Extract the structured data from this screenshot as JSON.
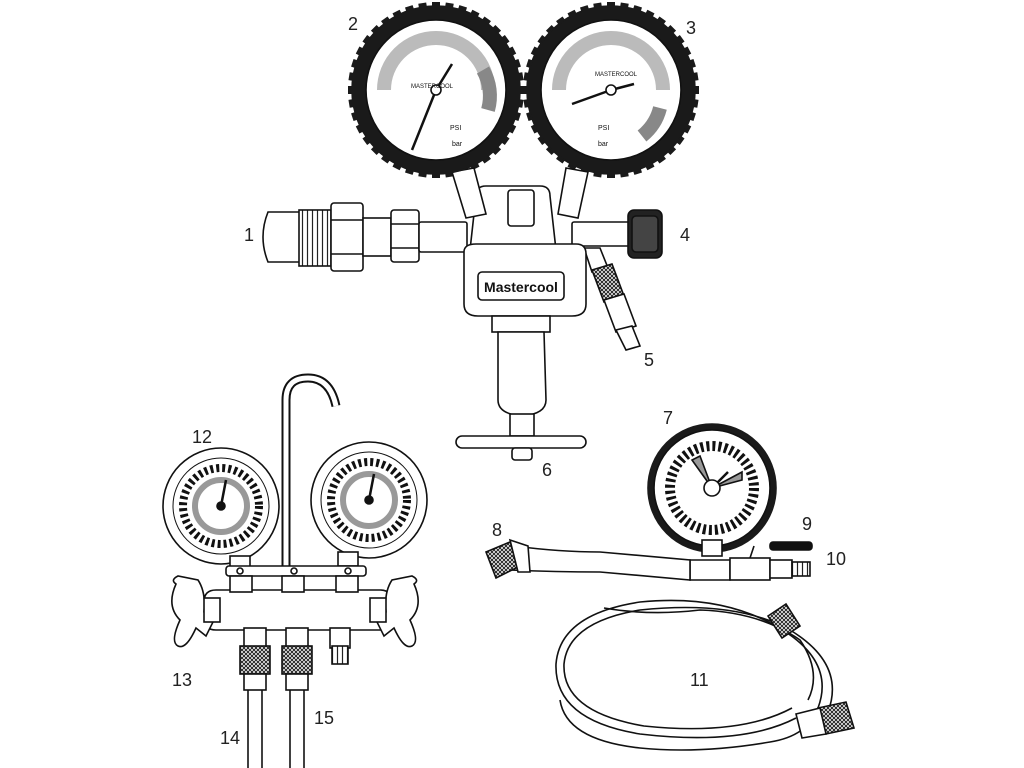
{
  "callouts": [
    {
      "id": "1",
      "label": "1"
    },
    {
      "id": "2",
      "label": "2"
    },
    {
      "id": "3",
      "label": "3"
    },
    {
      "id": "4",
      "label": "4"
    },
    {
      "id": "5",
      "label": "5"
    },
    {
      "id": "6",
      "label": "6"
    },
    {
      "id": "7",
      "label": "7"
    },
    {
      "id": "8",
      "label": "8"
    },
    {
      "id": "9",
      "label": "9"
    },
    {
      "id": "10",
      "label": "10"
    },
    {
      "id": "11",
      "label": "11"
    },
    {
      "id": "12",
      "label": "12"
    },
    {
      "id": "13",
      "label": "13"
    },
    {
      "id": "14",
      "label": "14"
    },
    {
      "id": "15",
      "label": "15"
    }
  ],
  "regulator": {
    "brand": "Mastercool",
    "left_gauge": {
      "unit": "PSI",
      "unit2": "bar",
      "maker": "MASTERCOOL"
    },
    "right_gauge": {
      "unit": "PSI",
      "unit2": "bar",
      "maker": "MASTERCOOL"
    }
  },
  "colors": {
    "line": "#111111",
    "bezel": "#1a1a1a",
    "shade": "#9a9a9a",
    "light": "#d8d8d8",
    "background": "#ffffff"
  }
}
